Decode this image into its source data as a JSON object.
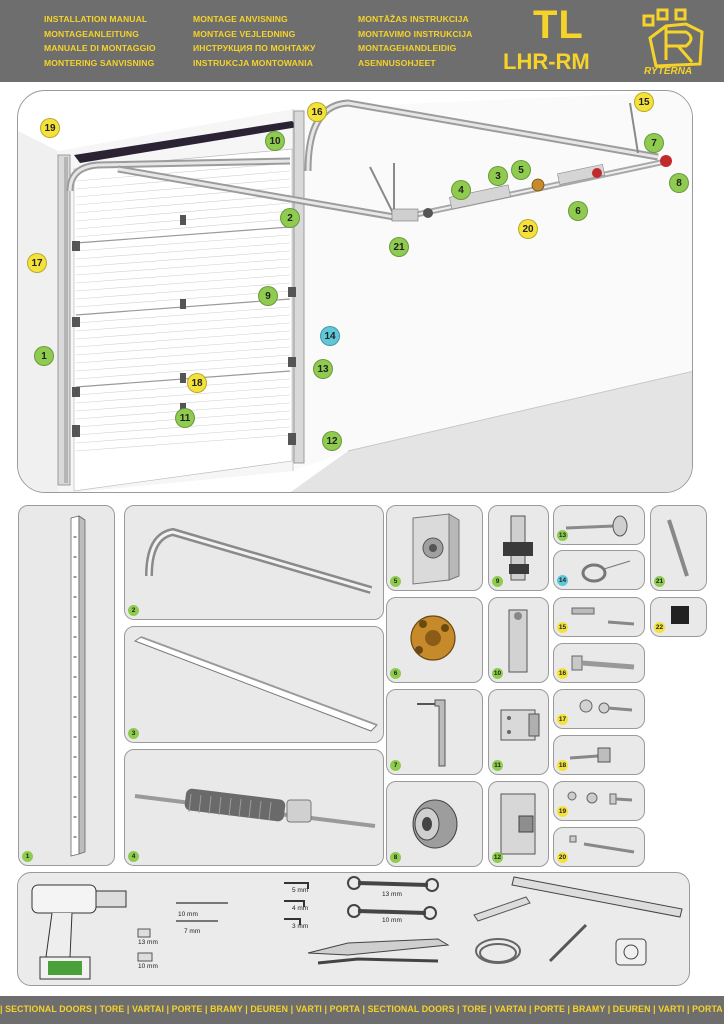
{
  "header": {
    "col1": [
      "INSTALLATION MANUAL",
      "MONTAGEANLEITUNG",
      "MANUALE DI MONTAGGIO",
      "MONTERING SANVISNING"
    ],
    "col2": [
      "MONTAGE ANVISNING",
      "MONTAGE VEJLEDNING",
      "ИНСТРУКЦИЯ ПО МОНТАЖУ",
      "INSTRUKCJA MONTOWANIA"
    ],
    "col3": [
      "MONTĀŽAS INSTRUKCIJA",
      "MONTAVIMO INSTRUKCIJA",
      "MONTAGEHANDLEIDIG",
      "ASENNUSOHJEET"
    ],
    "product": "TL",
    "model": "LHR-RM",
    "brand": "RYTERNA",
    "accent_color": "#f5d32a",
    "bar_color": "#6e6e6e"
  },
  "main_callouts": [
    {
      "n": "19",
      "color": "yellow"
    },
    {
      "n": "10",
      "color": "green"
    },
    {
      "n": "16",
      "color": "yellow"
    },
    {
      "n": "15",
      "color": "yellow"
    },
    {
      "n": "7",
      "color": "green"
    },
    {
      "n": "8",
      "color": "green"
    },
    {
      "n": "5",
      "color": "green"
    },
    {
      "n": "3",
      "color": "green"
    },
    {
      "n": "4",
      "color": "green"
    },
    {
      "n": "6",
      "color": "green"
    },
    {
      "n": "20",
      "color": "yellow"
    },
    {
      "n": "2",
      "color": "green"
    },
    {
      "n": "21",
      "color": "green"
    },
    {
      "n": "17",
      "color": "yellow"
    },
    {
      "n": "9",
      "color": "green"
    },
    {
      "n": "14",
      "color": "blue"
    },
    {
      "n": "1",
      "color": "green"
    },
    {
      "n": "13",
      "color": "green"
    },
    {
      "n": "18",
      "color": "yellow"
    },
    {
      "n": "11",
      "color": "green"
    },
    {
      "n": "12",
      "color": "green"
    }
  ],
  "parts": [
    {
      "n": "1",
      "color": "green",
      "icon": "vertical-track"
    },
    {
      "n": "2",
      "color": "green",
      "icon": "horizontal-curved-track"
    },
    {
      "n": "3",
      "color": "green",
      "icon": "shaft"
    },
    {
      "n": "4",
      "color": "green",
      "icon": "torsion-spring"
    },
    {
      "n": "5",
      "color": "green",
      "icon": "bearing-plate"
    },
    {
      "n": "6",
      "color": "green",
      "icon": "spring-cone"
    },
    {
      "n": "7",
      "color": "green",
      "icon": "hanger-bracket"
    },
    {
      "n": "8",
      "color": "green",
      "icon": "cable-drum"
    },
    {
      "n": "9",
      "color": "green",
      "icon": "intermediate-hinge"
    },
    {
      "n": "10",
      "color": "green",
      "icon": "top-hinge"
    },
    {
      "n": "11",
      "color": "green",
      "icon": "side-hinge"
    },
    {
      "n": "12",
      "color": "green",
      "icon": "bottom-bracket"
    },
    {
      "n": "13",
      "color": "green",
      "icon": "roller"
    },
    {
      "n": "14",
      "color": "blue",
      "icon": "cable"
    },
    {
      "n": "15",
      "color": "yellow",
      "icon": "anchor-bolt"
    },
    {
      "n": "16",
      "color": "yellow",
      "icon": "hex-bolt"
    },
    {
      "n": "17",
      "color": "yellow",
      "icon": "carriage-bolt"
    },
    {
      "n": "18",
      "color": "yellow",
      "icon": "self-tapping-screw"
    },
    {
      "n": "19",
      "color": "yellow",
      "icon": "bolt-nut-washer"
    },
    {
      "n": "20",
      "color": "yellow",
      "icon": "long-bolt-nut"
    },
    {
      "n": "21",
      "color": "green",
      "icon": "angle-brace"
    },
    {
      "n": "22",
      "color": "yellow",
      "icon": "rubber-block"
    }
  ],
  "tools": {
    "drill_bits": [
      "10 mm",
      "7 mm"
    ],
    "sockets": [
      "13 mm",
      "10 mm"
    ],
    "hex_keys": [
      "5 mm",
      "4 mm",
      "3 mm"
    ],
    "wrenches": [
      "13 mm",
      "10 mm"
    ]
  },
  "footer": {
    "text": "| SECTIONAL DOORS | TORE | VARTAI | PORTE | BRAMY | DEUREN | VARTI | PORTA | SECTIONAL DOORS | TORE | VARTAI | PORTE | BRAMY | DEUREN | VARTI | PORTA |"
  }
}
